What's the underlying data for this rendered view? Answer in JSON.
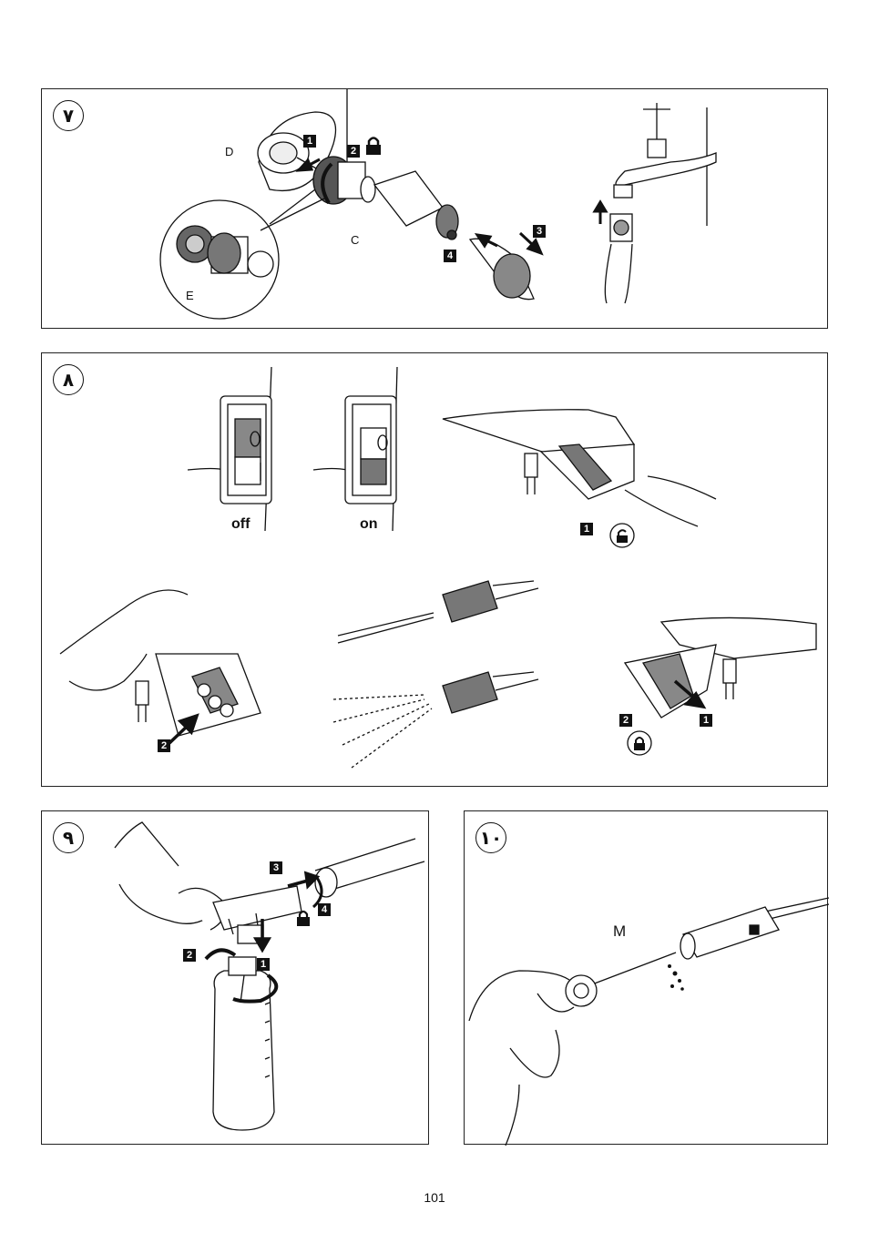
{
  "figures": [
    {
      "number": "٧",
      "labels": {
        "d": "D",
        "c": "C",
        "e": "E"
      },
      "steps": [
        "1",
        "2",
        "3",
        "4"
      ]
    },
    {
      "number": "٨",
      "labels": {
        "off": "off",
        "on": "on"
      },
      "steps": [
        "1",
        "2",
        "2",
        "1"
      ]
    },
    {
      "number": "٩",
      "steps": [
        "3",
        "4",
        "2",
        "1"
      ]
    },
    {
      "number": "١٠",
      "labels": {
        "m": "M"
      }
    }
  ],
  "icons": [
    "lock-icon",
    "unlock-icon",
    "arrow-icon",
    "rotate-arrow-icon"
  ],
  "page_number": "101"
}
